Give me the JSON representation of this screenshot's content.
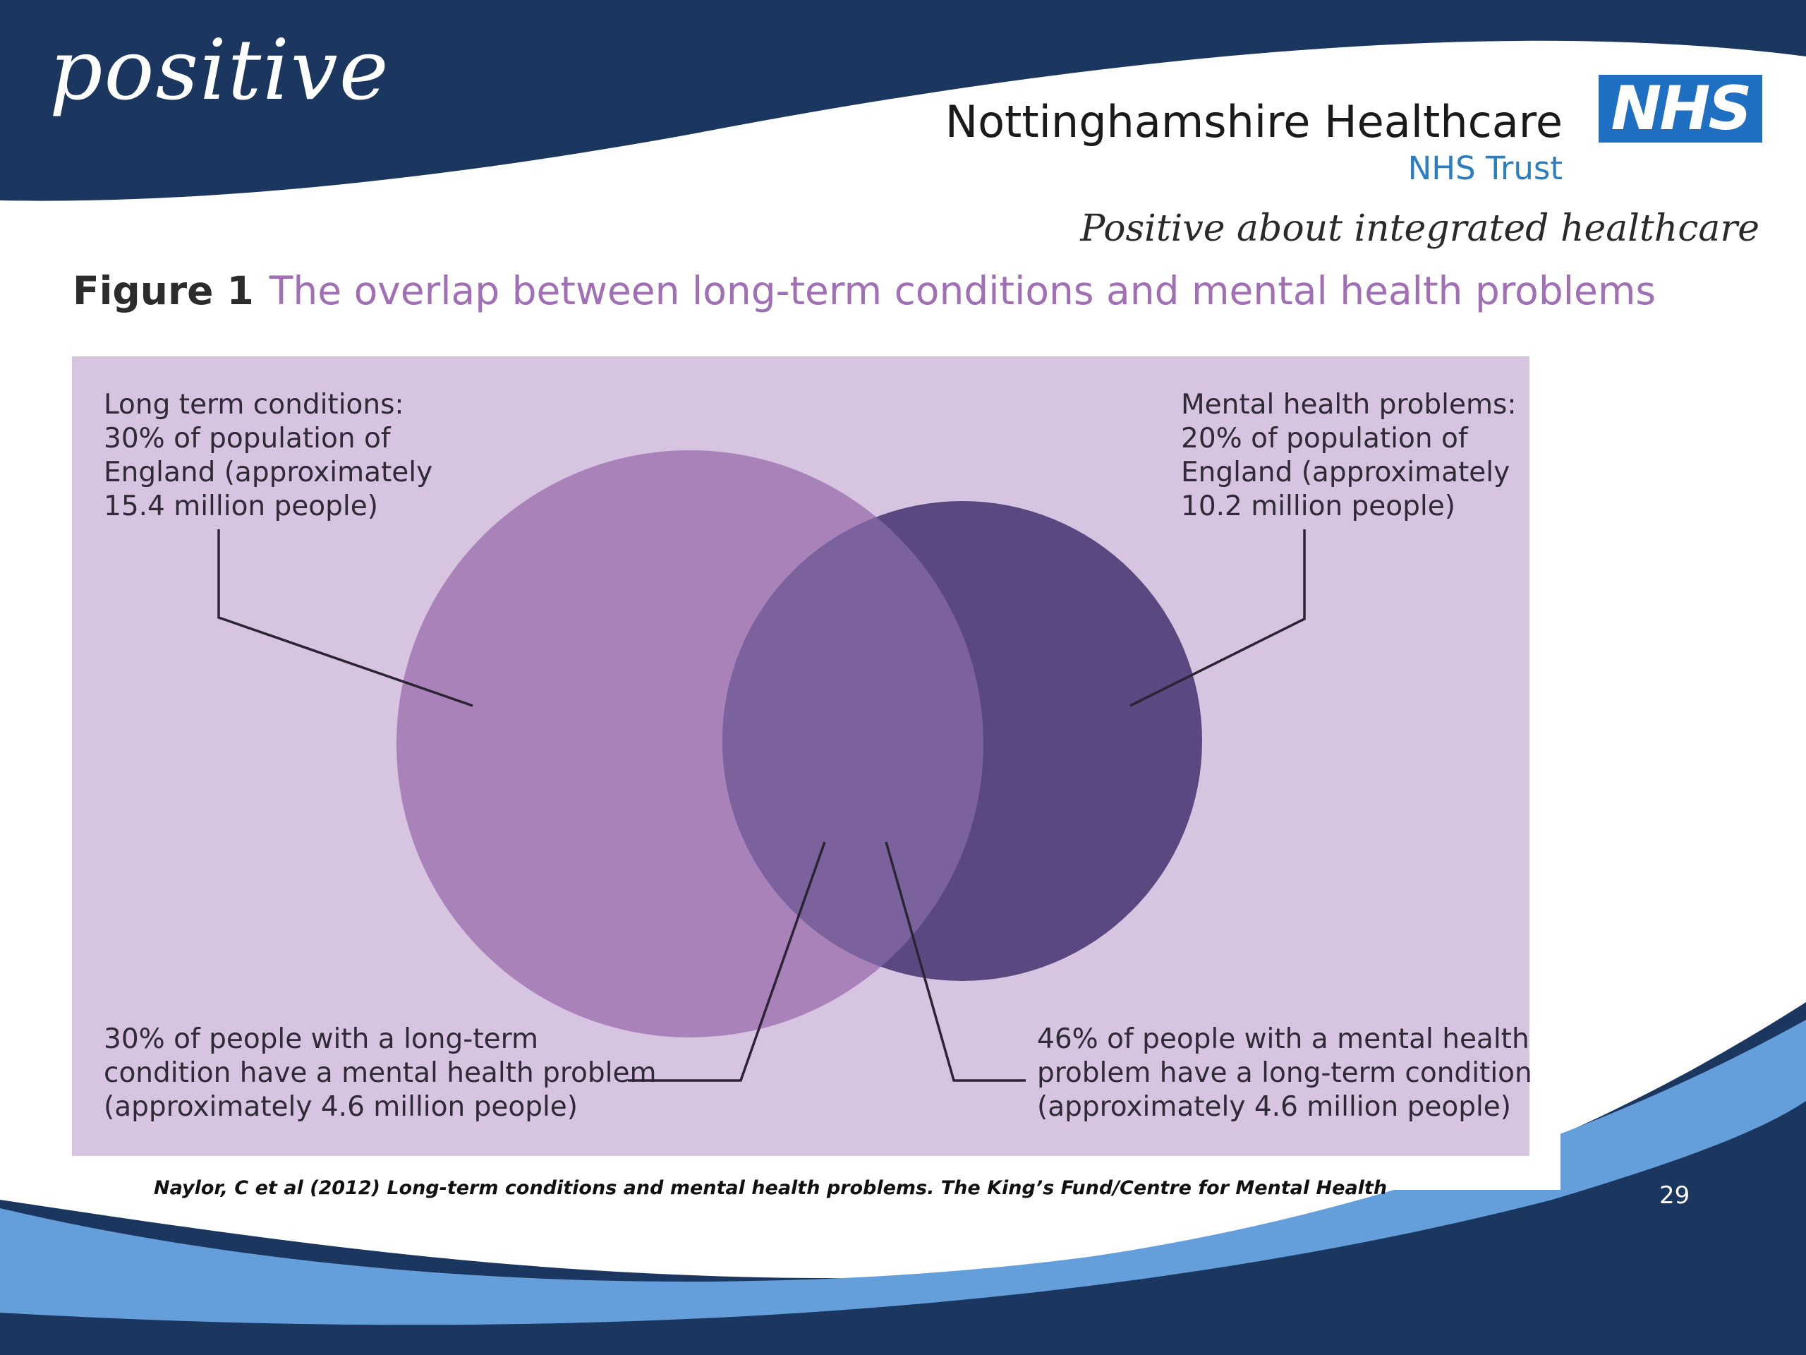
{
  "header": {
    "logo_text": "positive",
    "organization": "Nottinghamshire Healthcare",
    "organization_sub": "NHS Trust",
    "nhs_badge": "NHS",
    "tagline": "Positive about integrated healthcare"
  },
  "figure": {
    "number": "Figure 1",
    "title": "The overlap between long-term conditions and mental health problems",
    "labels": {
      "long_term": "Long term conditions:\n30% of population of\nEngland (approximately\n15.4 million people)",
      "mental_health": "Mental health problems:\n20% of population of\nEngland (approximately\n10.2 million people)",
      "ltc_with_mh": "30% of people with a long-term\ncondition have a mental health problem\n(approximately 4.6 million people)",
      "mh_with_ltc": "46% of people with a mental health\nproblem have a long-term condition\n(approximately 4.6 million people)"
    },
    "colors": {
      "panel": "#d6c4e1",
      "long_term_circle": "#a882b9",
      "mental_health_circle": "#5b4880",
      "overlap": "#7b629c"
    }
  },
  "footer": {
    "citation": "Naylor, C et al (2012) Long-term conditions and mental health problems. The King’s Fund/Centre for Mental Health",
    "page_number": "29"
  },
  "theme": {
    "navy": "#1b365f",
    "light_blue": "#649fdb"
  }
}
